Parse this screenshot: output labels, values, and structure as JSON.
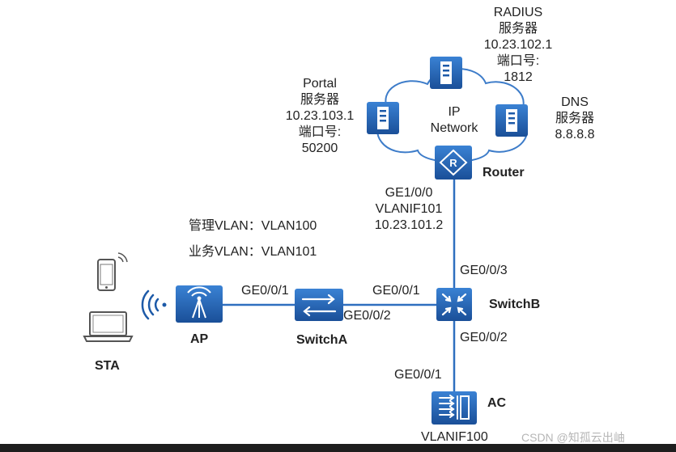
{
  "devices": {
    "radius": {
      "name": "RADIUS",
      "role": "服务器",
      "ip": "10.23.102.1",
      "port_label": "端口号:",
      "port": "1812"
    },
    "portal": {
      "name": "Portal",
      "role": "服务器",
      "ip": "10.23.103.1",
      "port_label": "端口号:",
      "port": "50200"
    },
    "dns": {
      "name": "DNS",
      "role": "服务器",
      "ip": "8.8.8.8"
    },
    "cloud": {
      "line1": "IP",
      "line2": "Network"
    },
    "router": {
      "name": "Router"
    },
    "switchA": {
      "name": "SwitchA"
    },
    "switchB": {
      "name": "SwitchB"
    },
    "ap": {
      "name": "AP"
    },
    "ac": {
      "name": "AC"
    },
    "sta": {
      "name": "STA"
    }
  },
  "interfaces": {
    "router_down": "GE1/0/0",
    "router_vlanif": "VLANIF101",
    "router_ip": "10.23.101.2",
    "switchB_up": "GE0/0/3",
    "switchB_left": "GE0/0/1",
    "switchB_down": "GE0/0/2",
    "switchA_left": "GE0/0/1",
    "switchA_right": "GE0/0/2",
    "ac_up": "GE0/0/1",
    "ac_vlanif": "VLANIF100"
  },
  "vlans": {
    "mgmt": "管理VLAN：VLAN100",
    "service": "业务VLAN：VLAN101"
  },
  "watermark": "CSDN @知孤云出岫",
  "colors": {
    "device_blue": "#1d5aa8",
    "device_blue_light": "#2f74c6",
    "line_blue": "#2f6fbf",
    "cloud_stroke": "#3d7cc9",
    "text": "#222222"
  }
}
